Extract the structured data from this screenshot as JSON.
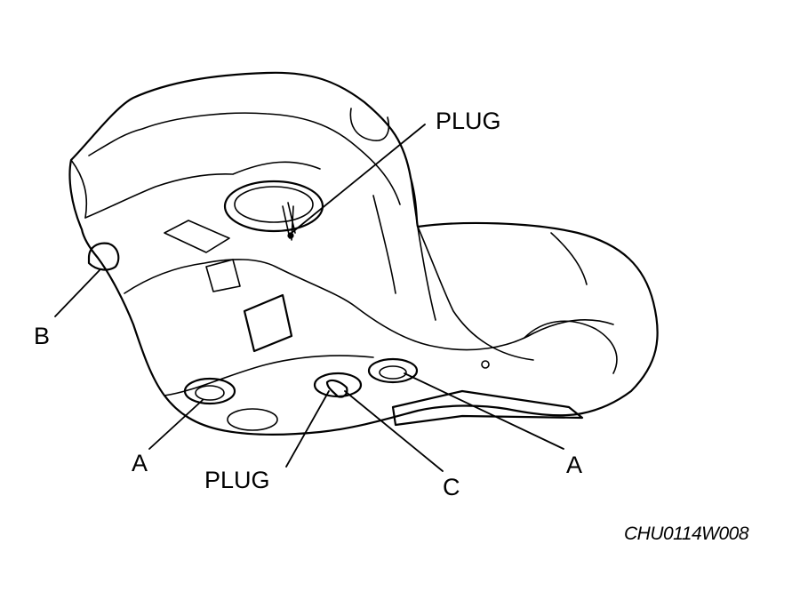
{
  "labels": {
    "plug_top": "PLUG",
    "plug_bottom": "PLUG",
    "b": "B",
    "a_left": "A",
    "a_right": "A",
    "c": "C"
  },
  "figure_code": "CHU0114W008"
}
